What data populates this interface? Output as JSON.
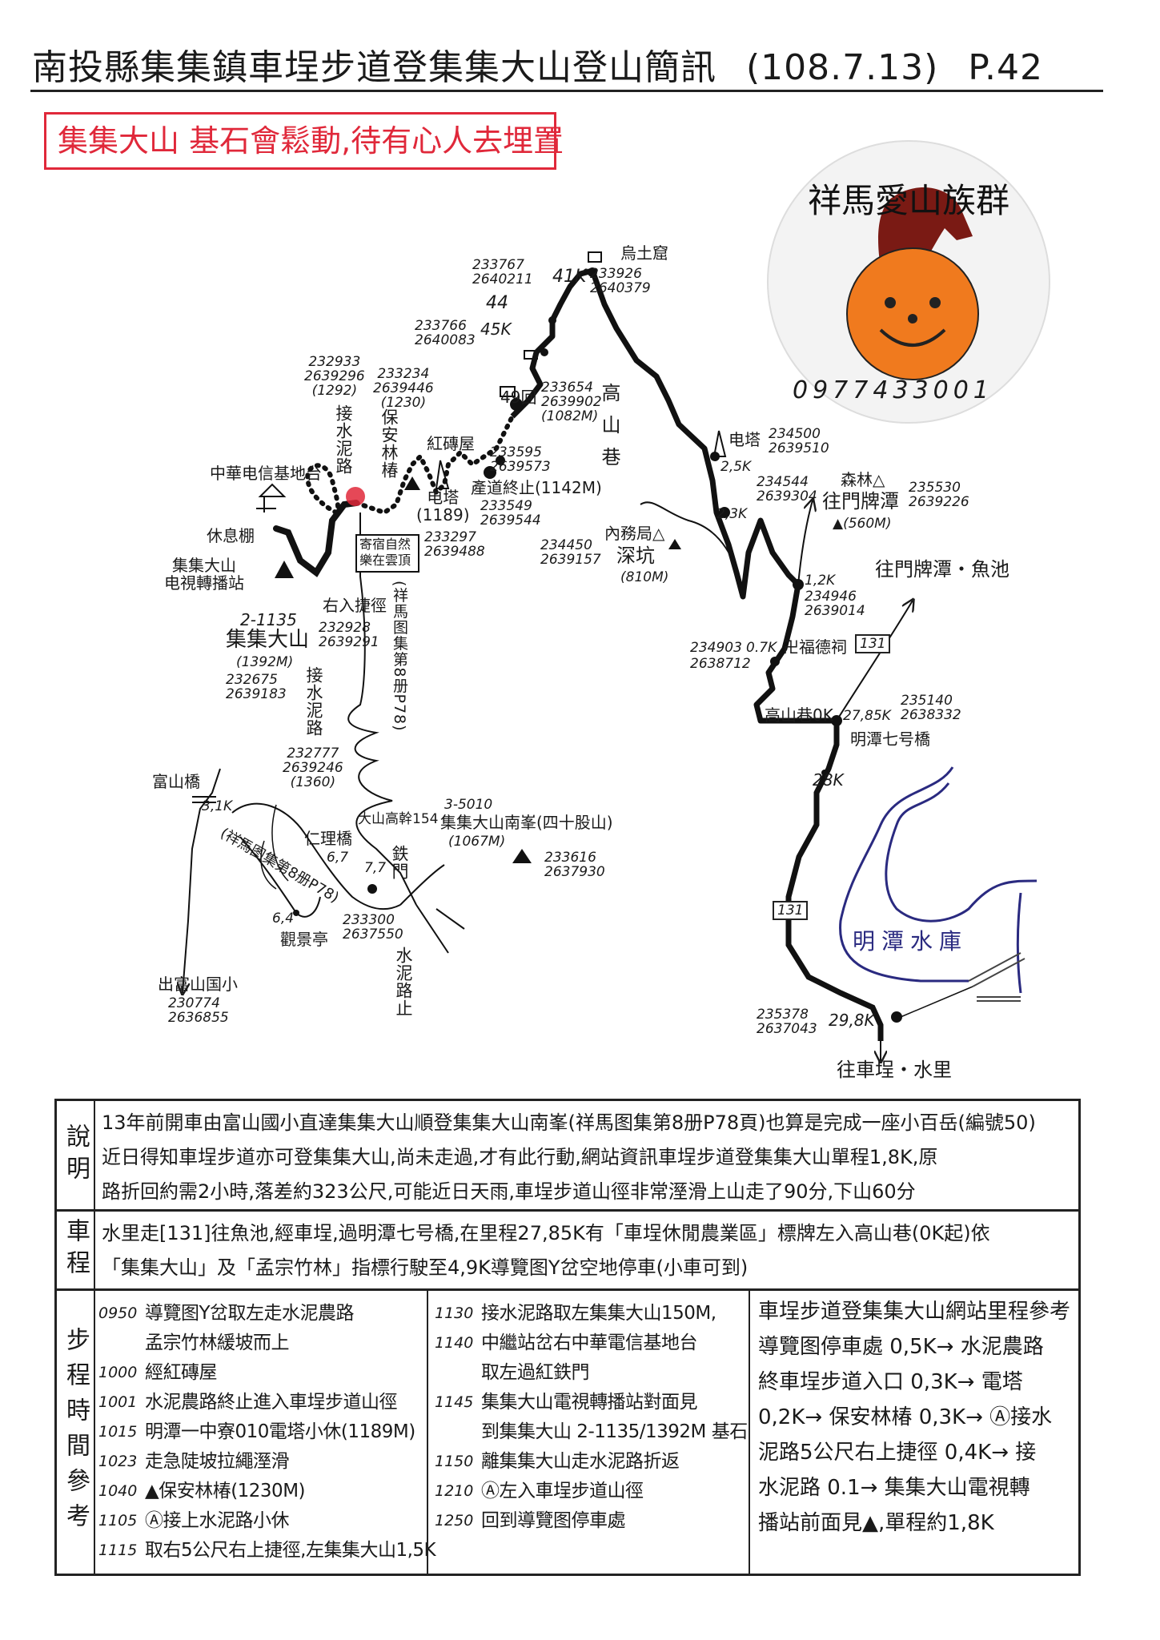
{
  "header": {
    "title": "南投縣集集鎮車埕步道登集集大山登山簡訊",
    "date": "(108.7.13)",
    "page": "P.42"
  },
  "notice": "集集大山 基石會鬆動,待有心人去埋置",
  "logo": {
    "group_name": "祥馬愛山族群",
    "phone": "0977433001"
  },
  "colors": {
    "ink": "#1a1a1a",
    "red": "#e0283a",
    "reservoir": "#2a2a80",
    "horse": "#7a1a14",
    "face": "#f07a1e"
  },
  "map": {
    "wutuku": "烏土窟",
    "k41": "41K",
    "c41": "233926\n2640379",
    "c44": "233767\n2640211",
    "k44": "44",
    "c45": "233766\n2640083",
    "k45": "45K",
    "c_jie": "232933\n2639296\n(1292)",
    "c_baoan": "233234\n2639446\n(1230)",
    "k49": "49回",
    "c49": "233654\n2639902\n(1082M)",
    "gaoshanxiang": "高山巷",
    "jieshuini": "接水泥路",
    "baoanlin": "保安林椿",
    "zhonghua": "中華电信基地台",
    "hongzhuan": "紅磚屋",
    "c_hong": "233595\n2639573",
    "chandao": "產道終止(1142M)",
    "c_chandao": "233549\n2639544",
    "diantai": "电塔\n(1189)",
    "c_diantai": "233297\n2639488",
    "neiwu": "內務局△",
    "c_shenkeng": "234450\n2639157",
    "shenkeng": "深坑",
    "shenkeng_h": "(810M)",
    "diantai2": "电塔",
    "c_diantai2": "234500\n2639510",
    "k25": "2,5K",
    "c23": "234544\n2639304",
    "k23": "2,3K",
    "senlin": "森林△",
    "menpaitan": "往門牌潭",
    "menpaitan_h": "▲(560M)",
    "c_menpai": "235530\n2639226",
    "k12": "1,2K",
    "c12": "234946\n2639014",
    "menpai_yuchi": "往門牌潭・魚池",
    "c07": "234903",
    "k07": "0.7K",
    "fude": "卍福德祠",
    "c07b": "2638712",
    "route131a": "131",
    "gaoshan0k": "高山巷0K",
    "k2785": "27,85K",
    "c2785": "235140\n2638332",
    "mingtan7": "明潭七号橋",
    "k28": "28K",
    "route131b": "131",
    "reservoir": "明潭水庫",
    "c298": "235378\n2637043",
    "k298": "29,8K",
    "to_checheng": "往車埕・水里",
    "xiupeng": "休息棚",
    "tvstation": "集集大山\n电視轉播站",
    "summit_id": "2-1135",
    "summit": "集集大山",
    "summit_h": "(1392M)",
    "c_summit": "232675\n2639183",
    "shortcut": "右入捷徑",
    "c_shortcut": "232928\n2639291",
    "jieshuini2": "接水泥路",
    "c_jie2": "232777\n2639246\n(1360)",
    "ziran": "寄宿自然\n樂在雲頂",
    "xiangma1": "(祥馬图集第8册P78)",
    "fushan_bridge": "富山橋",
    "k31": "3,1K",
    "xiangma2": "(祥馬图集第8册P78)",
    "renli": "仁理橋",
    "k67": "6,7",
    "dashan154": "大山高幹154",
    "tiemen": "鉄門",
    "k77": "7,7",
    "south_id": "3-5010",
    "south": "集集大山南峯(四十股山)",
    "south_h": "(1067M)",
    "c_south": "233616\n2637930",
    "k64": "6,4",
    "guanjing": "觀景亭",
    "c_tiemen": "233300\n2637550",
    "shuinilu_end": "水泥路止",
    "fushan_school": "出富山国小",
    "c_school": "230774\n2636855"
  },
  "info": {
    "description": {
      "label": "說明",
      "lines": [
        "13年前開車由富山國小直達集集大山順登集集大山南峯(祥馬图集第8册P78頁)也算是完成一座小百岳(編號50)",
        "近日得知車埕步道亦可登集集大山,尚未走過,才有此行動,網站資訊車埕步道登集集大山單程1,8K,原",
        "路折回約需2小時,落差約323公尺,可能近日天雨,車埕步道山徑非常溼滑上山走了90分,下山60分"
      ]
    },
    "drive": {
      "label": "車程",
      "lines": [
        "水里走[131]往魚池,經車埕,過明潭七号橋,在里程27,85K有「車埕休閒農業區」標牌左入高山巷(0K起)依",
        "「集集大山」及「孟宗竹林」指標行駛至4,9K導覽图Y岔空地停車(小車可到)"
      ]
    },
    "schedule": {
      "label": "步程時間參考",
      "col1": [
        {
          "time": "0950",
          "text": "導覽图Y岔取左走水泥農路"
        },
        {
          "time": "",
          "text": "孟宗竹林緩坡而上"
        },
        {
          "time": "1000",
          "text": "經紅磚屋"
        },
        {
          "time": "1001",
          "text": "水泥農路終止進入車埕步道山徑"
        },
        {
          "time": "1015",
          "text": "明潭一中寮010電塔小休(1189M)"
        },
        {
          "time": "1023",
          "text": "走急陡坡拉繩溼滑"
        },
        {
          "time": "1040",
          "text": "▲保安林椿(1230M)"
        },
        {
          "time": "1105",
          "text": "Ⓐ接上水泥路小休"
        },
        {
          "time": "1115",
          "text": "取右5公尺右上捷徑,左集集大山1,5K"
        }
      ],
      "col2": [
        {
          "time": "1130",
          "text": "接水泥路取左集集大山150M,"
        },
        {
          "time": "1140",
          "text": "中繼站岔右中華電信基地台"
        },
        {
          "time": "",
          "text": "取左過紅鉄門"
        },
        {
          "time": "1145",
          "text": "集集大山電視轉播站對面見"
        },
        {
          "time": "",
          "text": "到集集大山 2-1135/1392M 基石"
        },
        {
          "time": "1150",
          "text": "離集集大山走水泥路折返"
        },
        {
          "time": "1210",
          "text": "Ⓐ左入車埕步道山徑"
        },
        {
          "time": "1250",
          "text": "回到導覽图停車處"
        }
      ],
      "col3": [
        "車埕步道登集集大山網站里程參考",
        "導覽图停車處 0,5K→ 水泥農路",
        "終車埕步道入口 0,3K→ 電塔",
        "0,2K→ 保安林椿 0,3K→ Ⓐ接水",
        "泥路5公尺右上捷徑 0,4K→ 接",
        "水泥路 0.1→ 集集大山電視轉",
        "播站前面見▲,單程約1,8K"
      ]
    }
  }
}
